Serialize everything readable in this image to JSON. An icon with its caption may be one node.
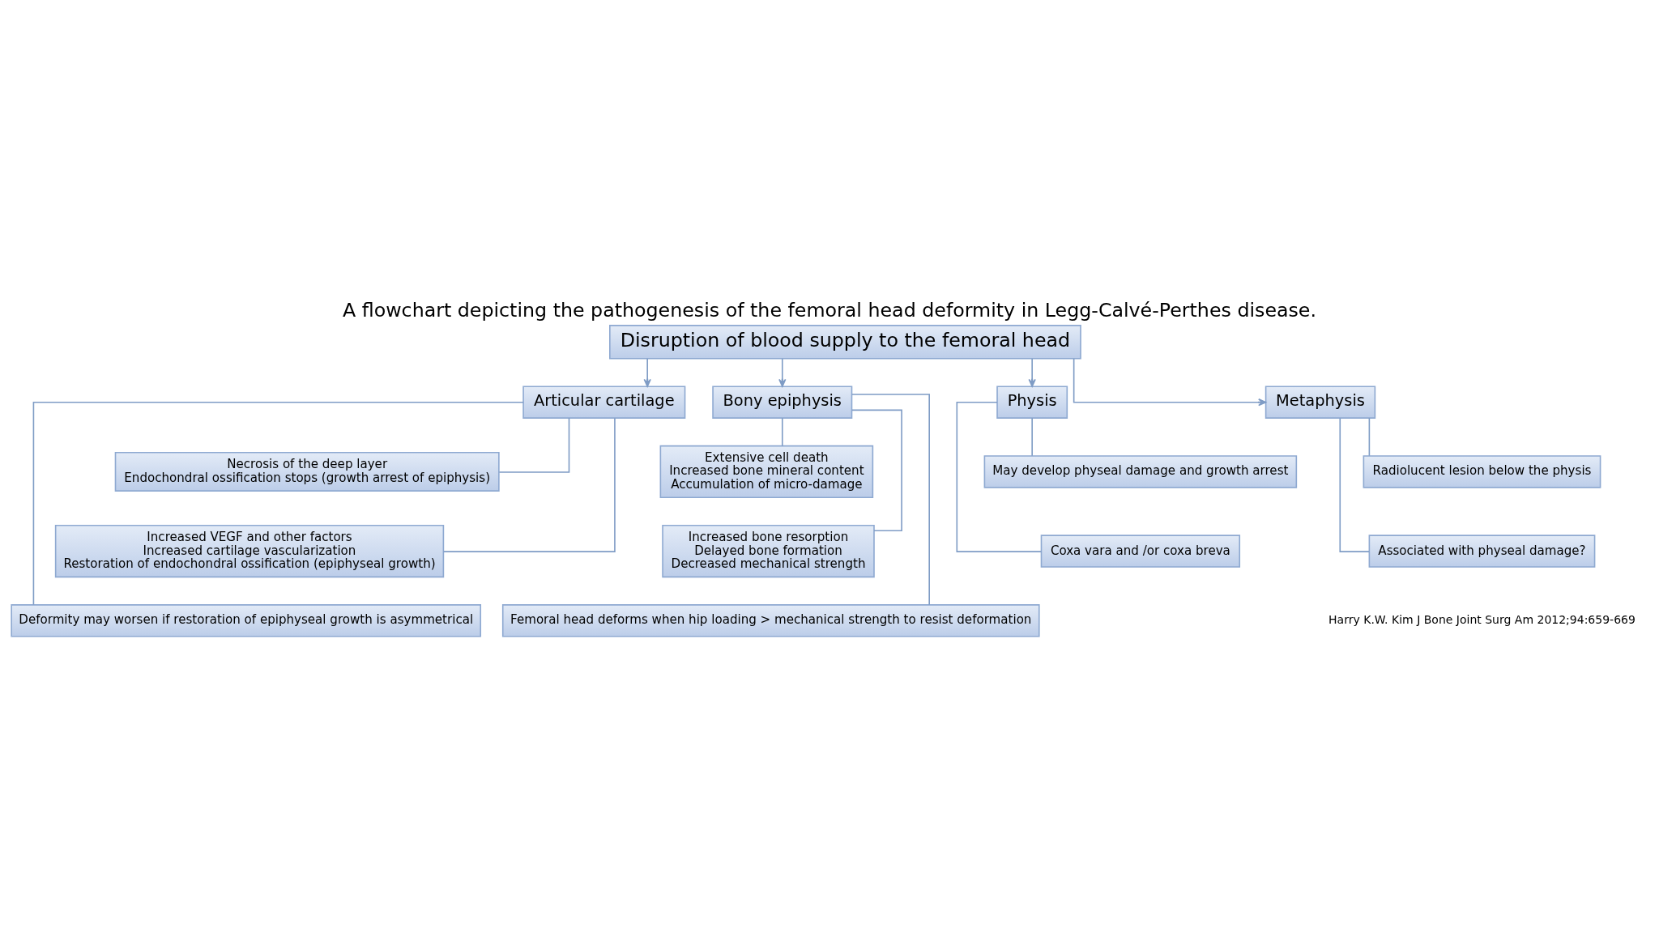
{
  "diagram": {
    "title": "A flowchart depicting the pathogenesis of the femoral head deformity in Legg-Calvé-Perthes disease.",
    "nodes": [
      {
        "text": [
          "Disruption of blood supply to the femoral head"
        ]
      },
      {
        "text": [
          "Articular cartilage"
        ]
      },
      {
        "text": [
          "Bony epiphysis"
        ]
      },
      {
        "text": [
          "Physis"
        ]
      },
      {
        "text": [
          "Metaphysis"
        ]
      },
      {
        "text": [
          "Necrosis of the deep layer",
          "Endochondral ossification stops (growth arrest of epiphysis)"
        ]
      },
      {
        "text": [
          "Increased VEGF and other factors",
          "Increased cartilage vascularization",
          "Restoration of endochondral ossification (epiphyseal growth)"
        ]
      },
      {
        "text": [
          "Deformity may worsen if restoration of epiphyseal growth is asymmetrical"
        ]
      },
      {
        "text": [
          "Extensive cell death",
          "Increased bone mineral content",
          "Accumulation of micro-damage"
        ]
      },
      {
        "text": [
          "Increased bone resorption",
          "Delayed bone formation",
          "Decreased mechanical strength"
        ]
      },
      {
        "text": [
          "Femoral head deforms when hip loading > mechanical strength to resist deformation"
        ]
      },
      {
        "text": [
          "May develop physeal damage and growth arrest"
        ]
      },
      {
        "text": [
          "Coxa vara and /or coxa breva"
        ]
      },
      {
        "text": [
          "Radiolucent lesion below the physis"
        ]
      },
      {
        "text": [
          "Associated with physeal damage?"
        ]
      }
    ],
    "edges": [
      {
        "from": 0,
        "to": 1,
        "arrow": "to"
      },
      {
        "from": 0,
        "to": 2,
        "arrow": "to"
      },
      {
        "from": 0,
        "to": 3,
        "arrow": "to"
      },
      {
        "from": 0,
        "to": 4,
        "arrow": "to"
      },
      {
        "from": 1,
        "to": 5,
        "arrow": "none"
      },
      {
        "from": 1,
        "to": 6,
        "arrow": "none"
      },
      {
        "from": 1,
        "to": 7,
        "arrow": "none"
      },
      {
        "from": 2,
        "to": 8,
        "arrow": "none"
      },
      {
        "from": 2,
        "to": 9,
        "arrow": "none"
      },
      {
        "from": 2,
        "to": 10,
        "arrow": "none"
      },
      {
        "from": 3,
        "to": 11,
        "arrow": "none"
      },
      {
        "from": 3,
        "to": 12,
        "arrow": "none"
      },
      {
        "from": 4,
        "to": 13,
        "arrow": "none"
      },
      {
        "from": 4,
        "to": 14,
        "arrow": "none"
      }
    ],
    "labels": [
      "Harry K.W. Kim J Bone Joint Surg Am 2012;94:659-669"
    ]
  }
}
